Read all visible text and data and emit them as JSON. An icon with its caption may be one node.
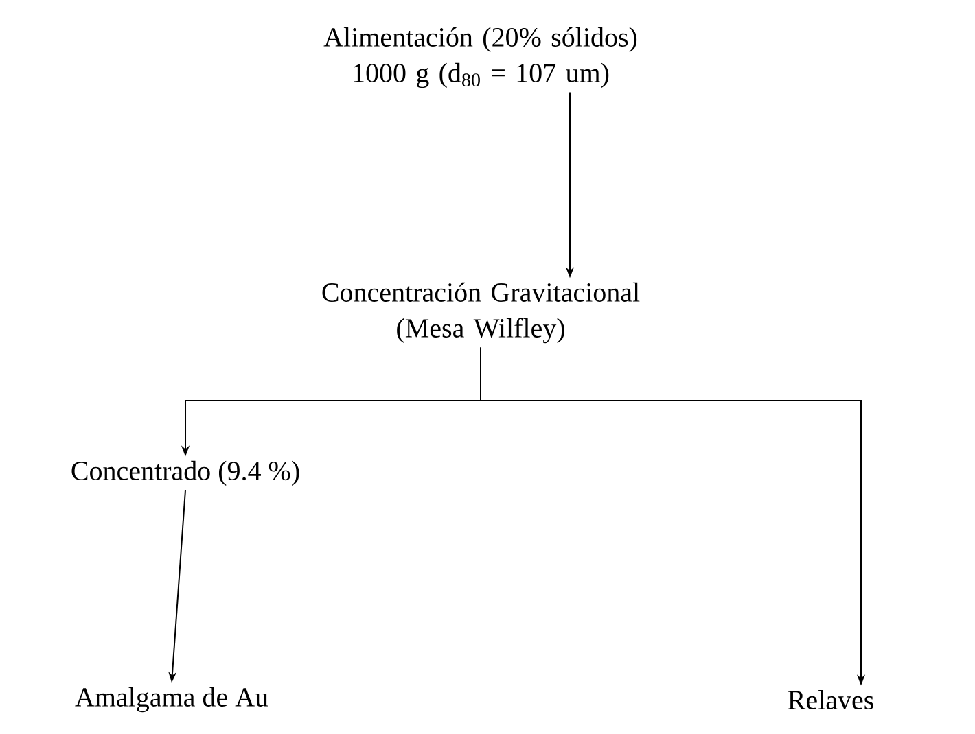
{
  "diagram": {
    "nodes": [
      {
        "text": [
          "Alimentación (20% sólidos) 1000 g (d$_{80}$ = 107 um)"
        ]
      },
      {
        "text": [
          "Concentración Gravitacional (Mesa Wilfley)"
        ]
      },
      {
        "text": [
          "Concentrado (9.4 %)"
        ]
      },
      {
        "text": [
          "Amalgama de Au"
        ]
      },
      {
        "text": [
          "Relaves"
        ]
      }
    ],
    "edges": [
      {
        "from": 0,
        "to": 1,
        "arrow": "to"
      },
      {
        "from": 1,
        "to": 2,
        "arrow": "to"
      },
      {
        "from": 1,
        "to": 4,
        "arrow": "to"
      },
      {
        "from": 2,
        "to": 3,
        "arrow": "to"
      }
    ]
  }
}
